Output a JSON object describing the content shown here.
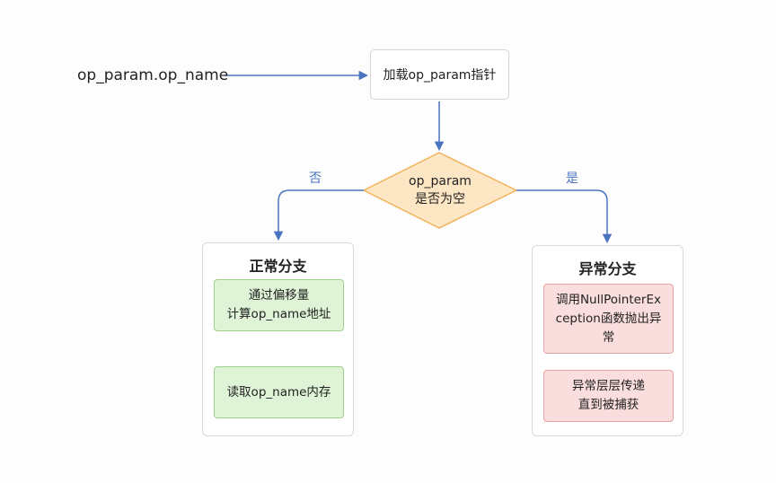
{
  "input": {
    "label": "op_param.op_name"
  },
  "nodes": {
    "load": "加载op_param指针",
    "decision": {
      "line1": "op_param",
      "line2": "是否为空"
    }
  },
  "edges": {
    "no": "否",
    "yes": "是"
  },
  "branches": {
    "normal": {
      "title": "正常分支",
      "steps": [
        "通过偏移量\n计算op_name地址",
        "读取op_name内存"
      ]
    },
    "exception": {
      "title": "异常分支",
      "steps": [
        "调用NullPointerEx\nception函数抛出异\n常",
        "异常层层传递\n直到被捕获"
      ]
    }
  },
  "colors": {
    "arrow": "#4a74c0",
    "decision_fill": "#fde6c4",
    "decision_stroke": "#f2b35c",
    "normal_fill": "#dff3d6",
    "normal_stroke": "#9fd08a",
    "exception_fill": "#fadddd",
    "exception_stroke": "#e8a4a4"
  }
}
